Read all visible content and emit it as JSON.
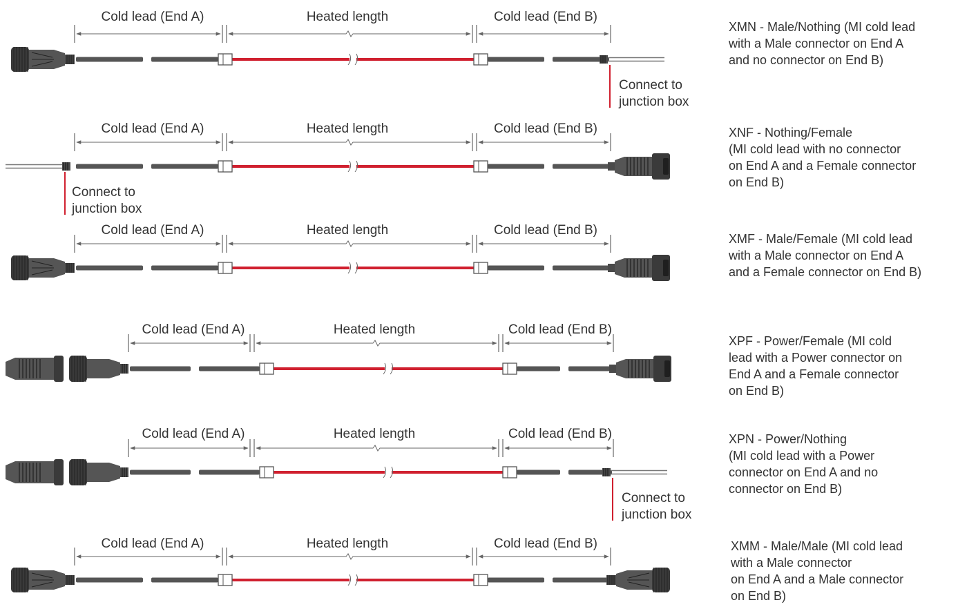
{
  "colors": {
    "heated": "#d0202f",
    "cold": "#555555",
    "connector": "#3a3a3a",
    "connector_shade": "#555555",
    "dimension": "#666666",
    "text": "#333333"
  },
  "labels": {
    "cold_a": "Cold lead (End A)",
    "heated": "Heated length",
    "cold_b": "Cold lead (End B)",
    "junction_line1": "Connect to",
    "junction_line2": "junction box"
  },
  "rows": [
    {
      "code": "XMN",
      "end_a": "male",
      "end_b": "nothing",
      "junction": "b",
      "description": [
        "XMN - Male/Nothing (MI cold lead",
        "with a Male connector on End A",
        "and no connector on End B)"
      ]
    },
    {
      "code": "XNF",
      "end_a": "nothing",
      "end_b": "female",
      "junction": "a",
      "description": [
        "XNF - Nothing/Female",
        "(MI cold lead with no connector",
        "on End A and a Female connector",
        "on End B)"
      ]
    },
    {
      "code": "XMF",
      "end_a": "male",
      "end_b": "female",
      "junction": "none",
      "description": [
        "XMF - Male/Female (MI cold lead",
        "with a Male connector on End A",
        "and a Female connector on End B)"
      ]
    },
    {
      "code": "XPF",
      "end_a": "power",
      "end_b": "female",
      "junction": "none",
      "description": [
        "XPF - Power/Female (MI cold",
        "lead with a Power connector on",
        "End A and a Female connector",
        "on End B)"
      ]
    },
    {
      "code": "XPN",
      "end_a": "power",
      "end_b": "nothing",
      "junction": "b",
      "description": [
        "XPN - Power/Nothing",
        "(MI cold lead with a Power",
        "connector on End A and no",
        "connector on End B)"
      ]
    },
    {
      "code": "XMM",
      "end_a": "male",
      "end_b": "male",
      "junction": "none",
      "description": [
        "XMM - Male/Male (MI cold lead",
        "with a Male connector",
        "on End A and a Male connector",
        "on End B)"
      ]
    }
  ]
}
